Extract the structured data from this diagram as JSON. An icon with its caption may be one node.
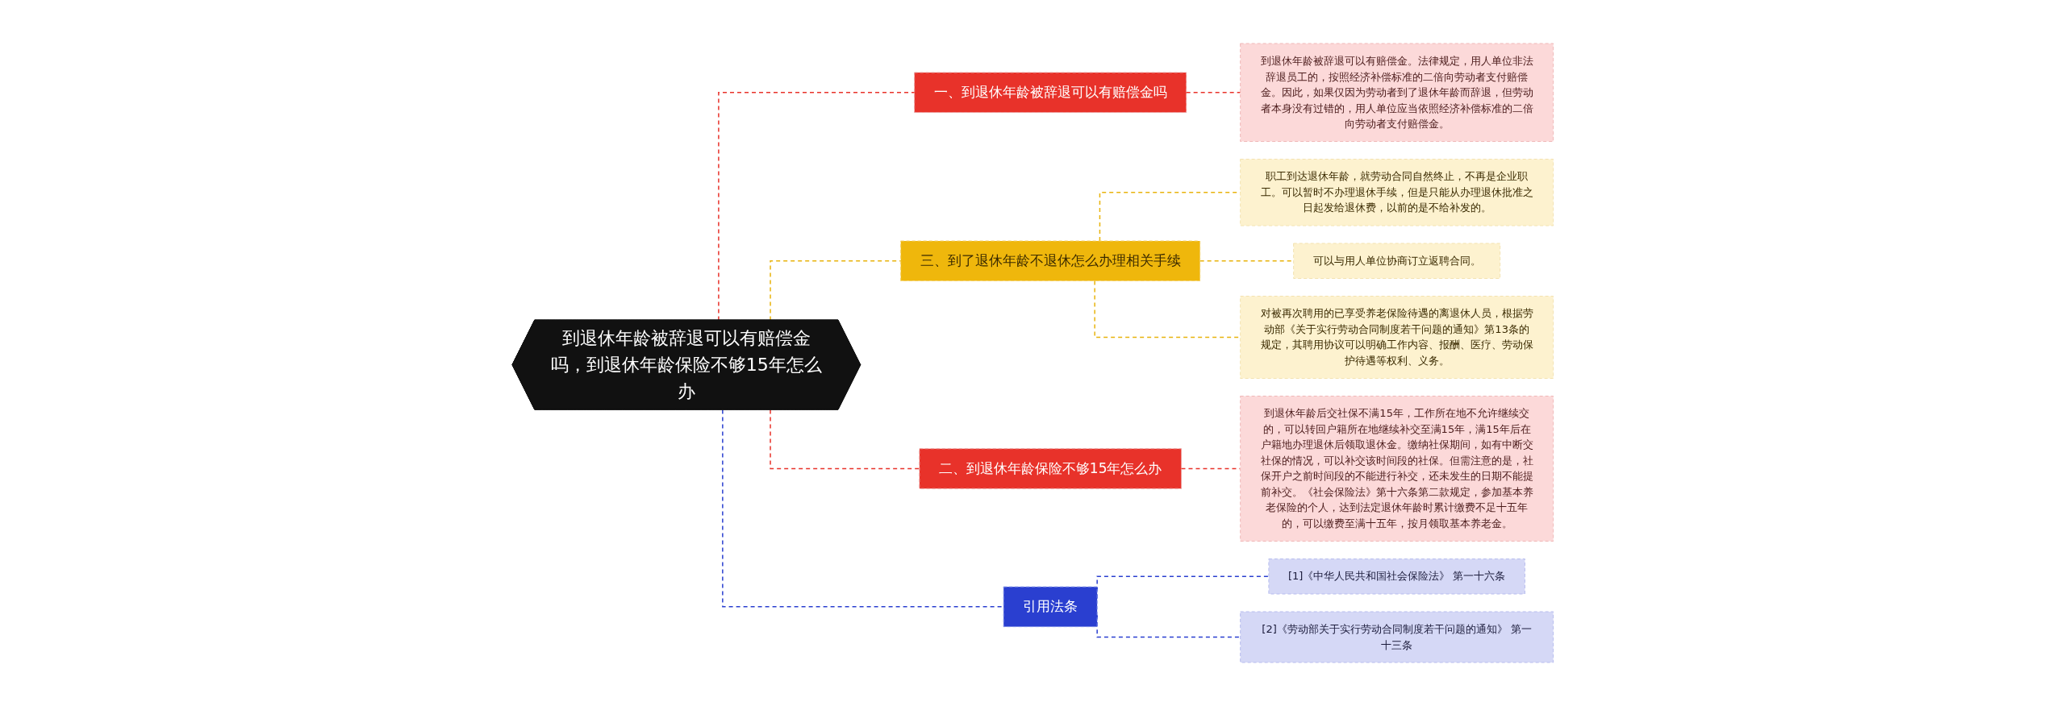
{
  "diagram": {
    "nodes": [
      {
        "text": [
          "到退休年龄被辞退可以有赔偿金吗，到退休年龄保险不够15年怎么办"
        ]
      },
      {
        "text": [
          "一、到退休年龄被辞退可以有赔偿金吗"
        ]
      },
      {
        "text": [
          "到退休年龄被辞退可以有赔偿金。法律规定，用人单位非法辞退员工的，按照经济补偿标准的二倍向劳动者支付赔偿金。因此，如果仅因为劳动者到了退休年龄而辞退，但劳动者本身没有过错的，用人单位应当依照经济补偿标准的二倍向劳动者支付赔偿金。"
        ]
      },
      {
        "text": [
          "三、到了退休年龄不退休怎么办理相关手续"
        ]
      },
      {
        "text": [
          "职工到达退休年龄，就劳动合同自然终止，不再是企业职工。可以暂时不办理退休手续，但是只能从办理退休批准之日起发给退休费，以前的是不给补发的。"
        ]
      },
      {
        "text": [
          "可以与用人单位协商订立返聘合同。"
        ]
      },
      {
        "text": [
          "对被再次聘用的已享受养老保险待遇的离退休人员，根据劳动部《关于实行劳动合同制度若干问题的通知》第13条的规定，其聘用协议可以明确工作内容、报酬、医疗、劳动保护待遇等权利、义务。"
        ]
      },
      {
        "text": [
          "二、到退休年龄保险不够15年怎么办"
        ]
      },
      {
        "text": [
          "到退休年龄后交社保不满15年，工作所在地不允许继续交的，可以转回户籍所在地继续补交至满15年，满15年后在户籍地办理退休后领取退休金。缴纳社保期间，如有中断交社保的情况，可以补交该时间段的社保。但需注意的是，社保开户之前时间段的不能进行补交，还未发生的日期不能提前补交。《社会保险法》第十六条第二款规定，参加基本养老保险的个人，达到法定退休年龄时累计缴费不足十五年的，可以缴费至满十五年，按月领取基本养老金。"
        ]
      },
      {
        "text": [
          "引用法条"
        ]
      },
      {
        "text": [
          "[1]《中华人民共和国社会保险法》 第一十六条"
        ]
      },
      {
        "text": [
          "[2]《劳动部关于实行劳动合同制度若干问题的通知》 第一十三条"
        ]
      }
    ],
    "edges": [
      {
        "from": 0,
        "to": 1,
        "arrow": "none",
        "style": "dashed",
        "color": "#e8322a"
      },
      {
        "from": 1,
        "to": 2,
        "arrow": "none",
        "style": "dashed",
        "color": "#e8322a"
      },
      {
        "from": 0,
        "to": 3,
        "arrow": "none",
        "style": "dashed",
        "color": "#e8b30c"
      },
      {
        "from": 3,
        "to": 4,
        "arrow": "none",
        "style": "dashed",
        "color": "#e8b30c"
      },
      {
        "from": 3,
        "to": 5,
        "arrow": "none",
        "style": "dashed",
        "color": "#e8b30c"
      },
      {
        "from": 3,
        "to": 6,
        "arrow": "none",
        "style": "dashed",
        "color": "#e8b30c"
      },
      {
        "from": 0,
        "to": 7,
        "arrow": "none",
        "style": "dashed",
        "color": "#e8322a"
      },
      {
        "from": 7,
        "to": 8,
        "arrow": "none",
        "style": "dashed",
        "color": "#e8322a"
      },
      {
        "from": 0,
        "to": 9,
        "arrow": "none",
        "style": "dashed",
        "color": "#2a3fd0"
      },
      {
        "from": 9,
        "to": 10,
        "arrow": "none",
        "style": "dashed",
        "color": "#2a3fd0"
      },
      {
        "from": 9,
        "to": 11,
        "arrow": "none",
        "style": "dashed",
        "color": "#2a3fd0"
      }
    ]
  }
}
